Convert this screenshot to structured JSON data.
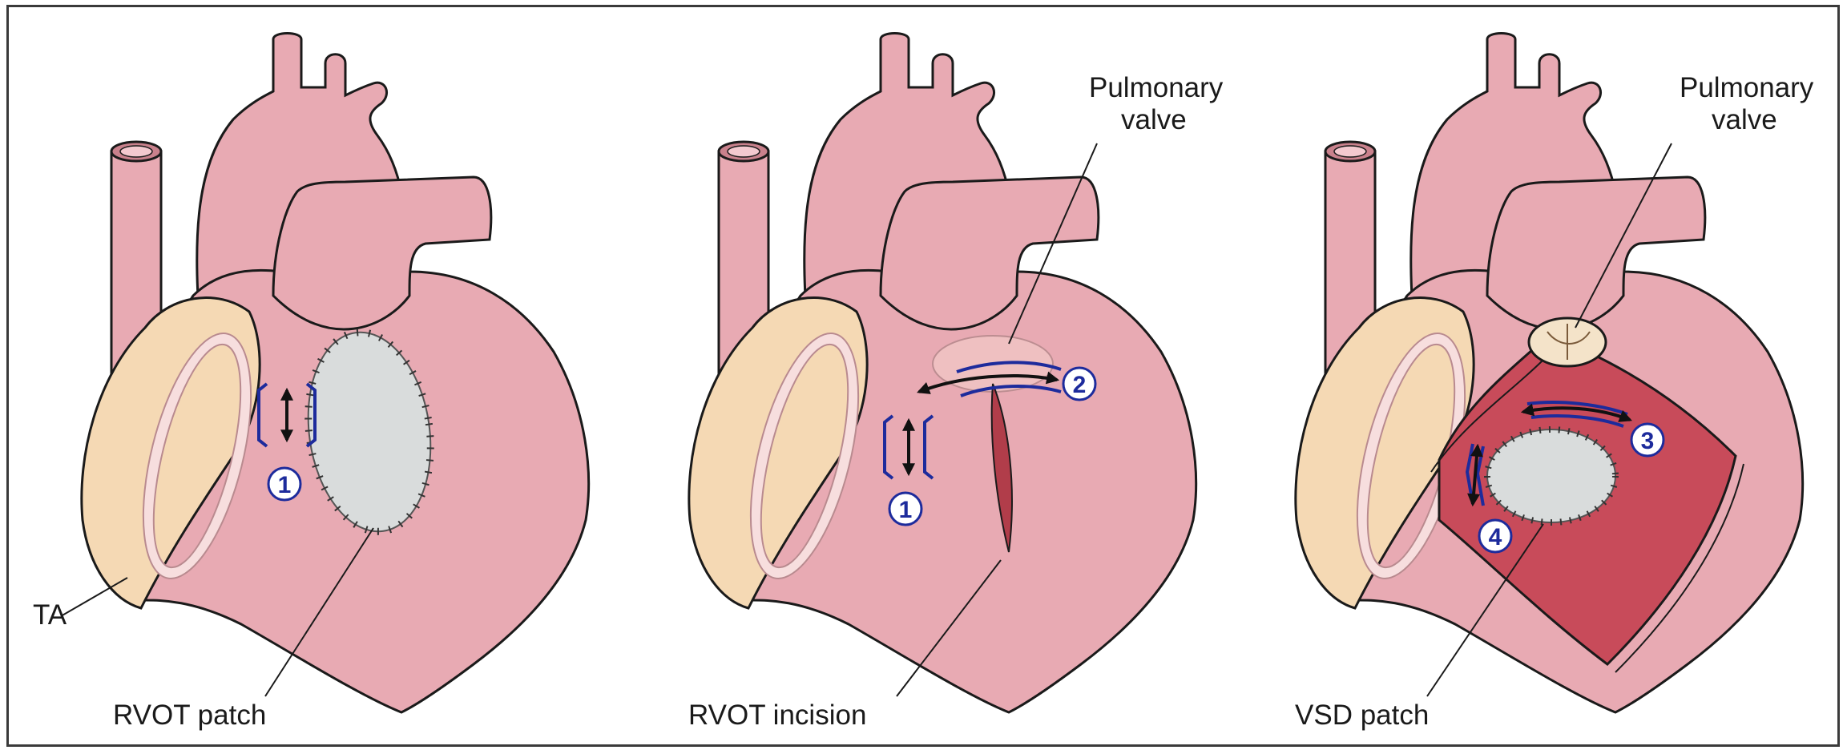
{
  "panels": [
    {
      "labels": {
        "ta": "TA",
        "bottom": "RVOT patch"
      },
      "markers": [
        "1"
      ]
    },
    {
      "labels": {
        "valve_line1": "Pulmonary",
        "valve_line2": "valve",
        "bottom": "RVOT incision"
      },
      "markers": [
        "1",
        "2"
      ]
    },
    {
      "labels": {
        "valve_line1": "Pulmonary",
        "valve_line2": "valve",
        "bottom": "VSD patch"
      },
      "markers": [
        "3",
        "4"
      ]
    }
  ],
  "colors": {
    "heart": "#e8aab3",
    "atrium": "#f5d9b4",
    "ventricle_interior": "#c84b5a",
    "patch": "#d9dcdc",
    "marker": "#1d2b9c"
  }
}
